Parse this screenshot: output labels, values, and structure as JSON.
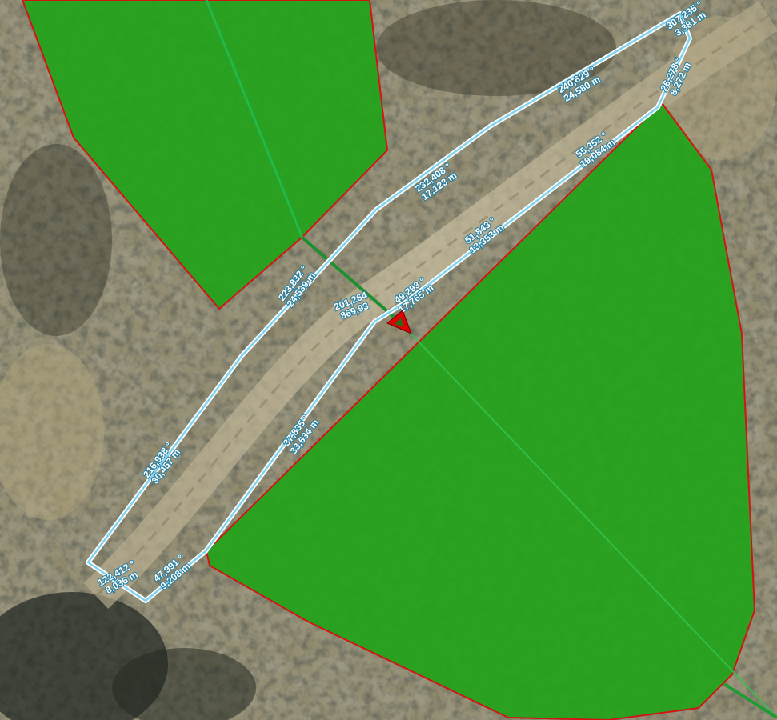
{
  "map": {
    "basemap": "aerial-orthophoto",
    "colors": {
      "parcel_fill": "#2ea21e",
      "parcel_outline": "#d21414",
      "measure_line": "#7fd3ee",
      "green_line": "#22b14c",
      "marker": "#e00000"
    },
    "parcel_layer": {
      "name": "parcels",
      "count": 2
    },
    "measure_labels": [
      {
        "angle": "307,235 °",
        "length": "3,381 m"
      },
      {
        "angle": "240,629 °",
        "length": "24,580 m"
      },
      {
        "angle": "26,278 °",
        "length": "8,272 m"
      },
      {
        "angle": "232,408 °",
        "length": "17,123 m"
      },
      {
        "angle": "55,352 °",
        "length": "19,084 m"
      },
      {
        "angle": "51,843 °",
        "length": "13,353 m"
      },
      {
        "angle": "223,832 °",
        "length": "24,539 m"
      },
      {
        "angle": "49,293 °",
        "length": "17,765 m"
      },
      {
        "angle": "201,264",
        "length": "869,93"
      },
      {
        "angle": "37,835 °",
        "length": "33,634 m"
      },
      {
        "angle": "216,938 °",
        "length": "30,457 m"
      },
      {
        "angle": "122,412 °",
        "length": "8,036 m"
      },
      {
        "angle": "47,991 °",
        "length": "9,208 m"
      }
    ],
    "marker": {
      "icon": "warning-triangle-icon"
    }
  }
}
